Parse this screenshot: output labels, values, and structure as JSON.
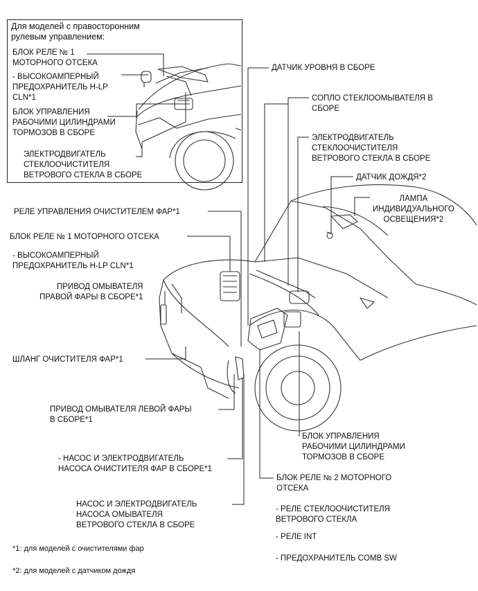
{
  "inset": {
    "title": "Для моделей с правосторонним\nрулевым управлением:",
    "relay_block": "БЛОК РЕЛЕ № 1\nМОТОРНОГО ОТСЕКА",
    "hlp_fuse": "- ВЫСОКОАМПЕРНЫЙ\nПРЕДОХРАНИТЕЛЬ H-LP\nCLN*1",
    "brake_unit": "БЛОК УПРАВЛЕНИЯ\nРАБОЧИМИ ЦИЛИНДРАМИ\nТОРМОЗОВ В СБОРЕ",
    "wiper_motor": "ЭЛЕКТРОДВИГАТЕЛЬ\nСТЕКЛООЧИСТИТЕЛЯ\nВЕТРОВОГО СТЕКЛА В СБОРЕ"
  },
  "labels": {
    "level_sensor": "ДАТЧИК УРОВНЯ В СБОРЕ",
    "nozzle": "СОПЛО СТЕКЛООМЫВАТЕЛЯ В\nСБОРЕ",
    "wiper_motor": "ЭЛЕКТРОДВИГАТЕЛЬ\nСТЕКЛООЧИСТИТЕЛЯ\nВЕТРОВОГО СТЕКЛА В СБОРЕ",
    "rain_sensor": "ДАТЧИК ДОЖДЯ*2",
    "lamp": "ЛАМПА\nИНДИВИДУАЛЬНОГО\nОСВЕЩЕНИЯ*2",
    "headlamp_relay": "РЕЛЕ УПРАВЛЕНИЯ ОЧИСТИТЕЛЕМ ФАР*1",
    "relay_block_1": "БЛОК РЕЛЕ № 1 МОТОРНОГО ОТСЕКА",
    "hlp_fuse": "- ВЫСОКОАМПЕРНЫЙ\nПРЕДОХРАНИТЕЛЬ H-LP CLN*1",
    "right_actuator": "ПРИВОД ОМЫВАТЕЛЯ\nПРАВОЙ ФАРЫ В СБОРЕ*1",
    "hose": "ШЛАНГ ОЧИСТИТЕЛЯ ФАР*1",
    "left_actuator": "ПРИВОД ОМЫВАТЕЛЯ ЛЕВОЙ ФАРЫ\nВ СБОРЕ*1",
    "headlamp_pump": "- НАСОС И ЭЛЕКТРОДВИГАТЕЛЬ\nНАСОСА ОЧИСТИТЕЛЯ ФАР В СБОРЕ*1",
    "washer_pump": "НАСОС И ЭЛЕКТРОДВИГАТЕЛЬ\nНАСОСА ОМЫВАТЕЛЯ\nВЕТРОВОГО СТЕКЛА В СБОРЕ",
    "brake_unit": "БЛОК УПРАВЛЕНИЯ\nРАБОЧИМИ ЦИЛИНДРАМИ\nТОРМОЗОВ В СБОРЕ",
    "relay_block_2": "БЛОК РЕЛЕ № 2 МОТОРНОГО\nОТСЕКА",
    "wiper_relay": "- РЕЛЕ СТЕКЛООЧИСТИТЕЛЯ\nВЕТРОВОГО СТЕКЛА",
    "int_relay": "- РЕЛЕ INT",
    "comb_fuse": "- ПРЕДОХРАНИТЕЛЬ COMB SW"
  },
  "footnotes": {
    "note1": "*1: для моделей с очистителями фар",
    "note2": "*2: для моделей с датчиком дождя"
  }
}
